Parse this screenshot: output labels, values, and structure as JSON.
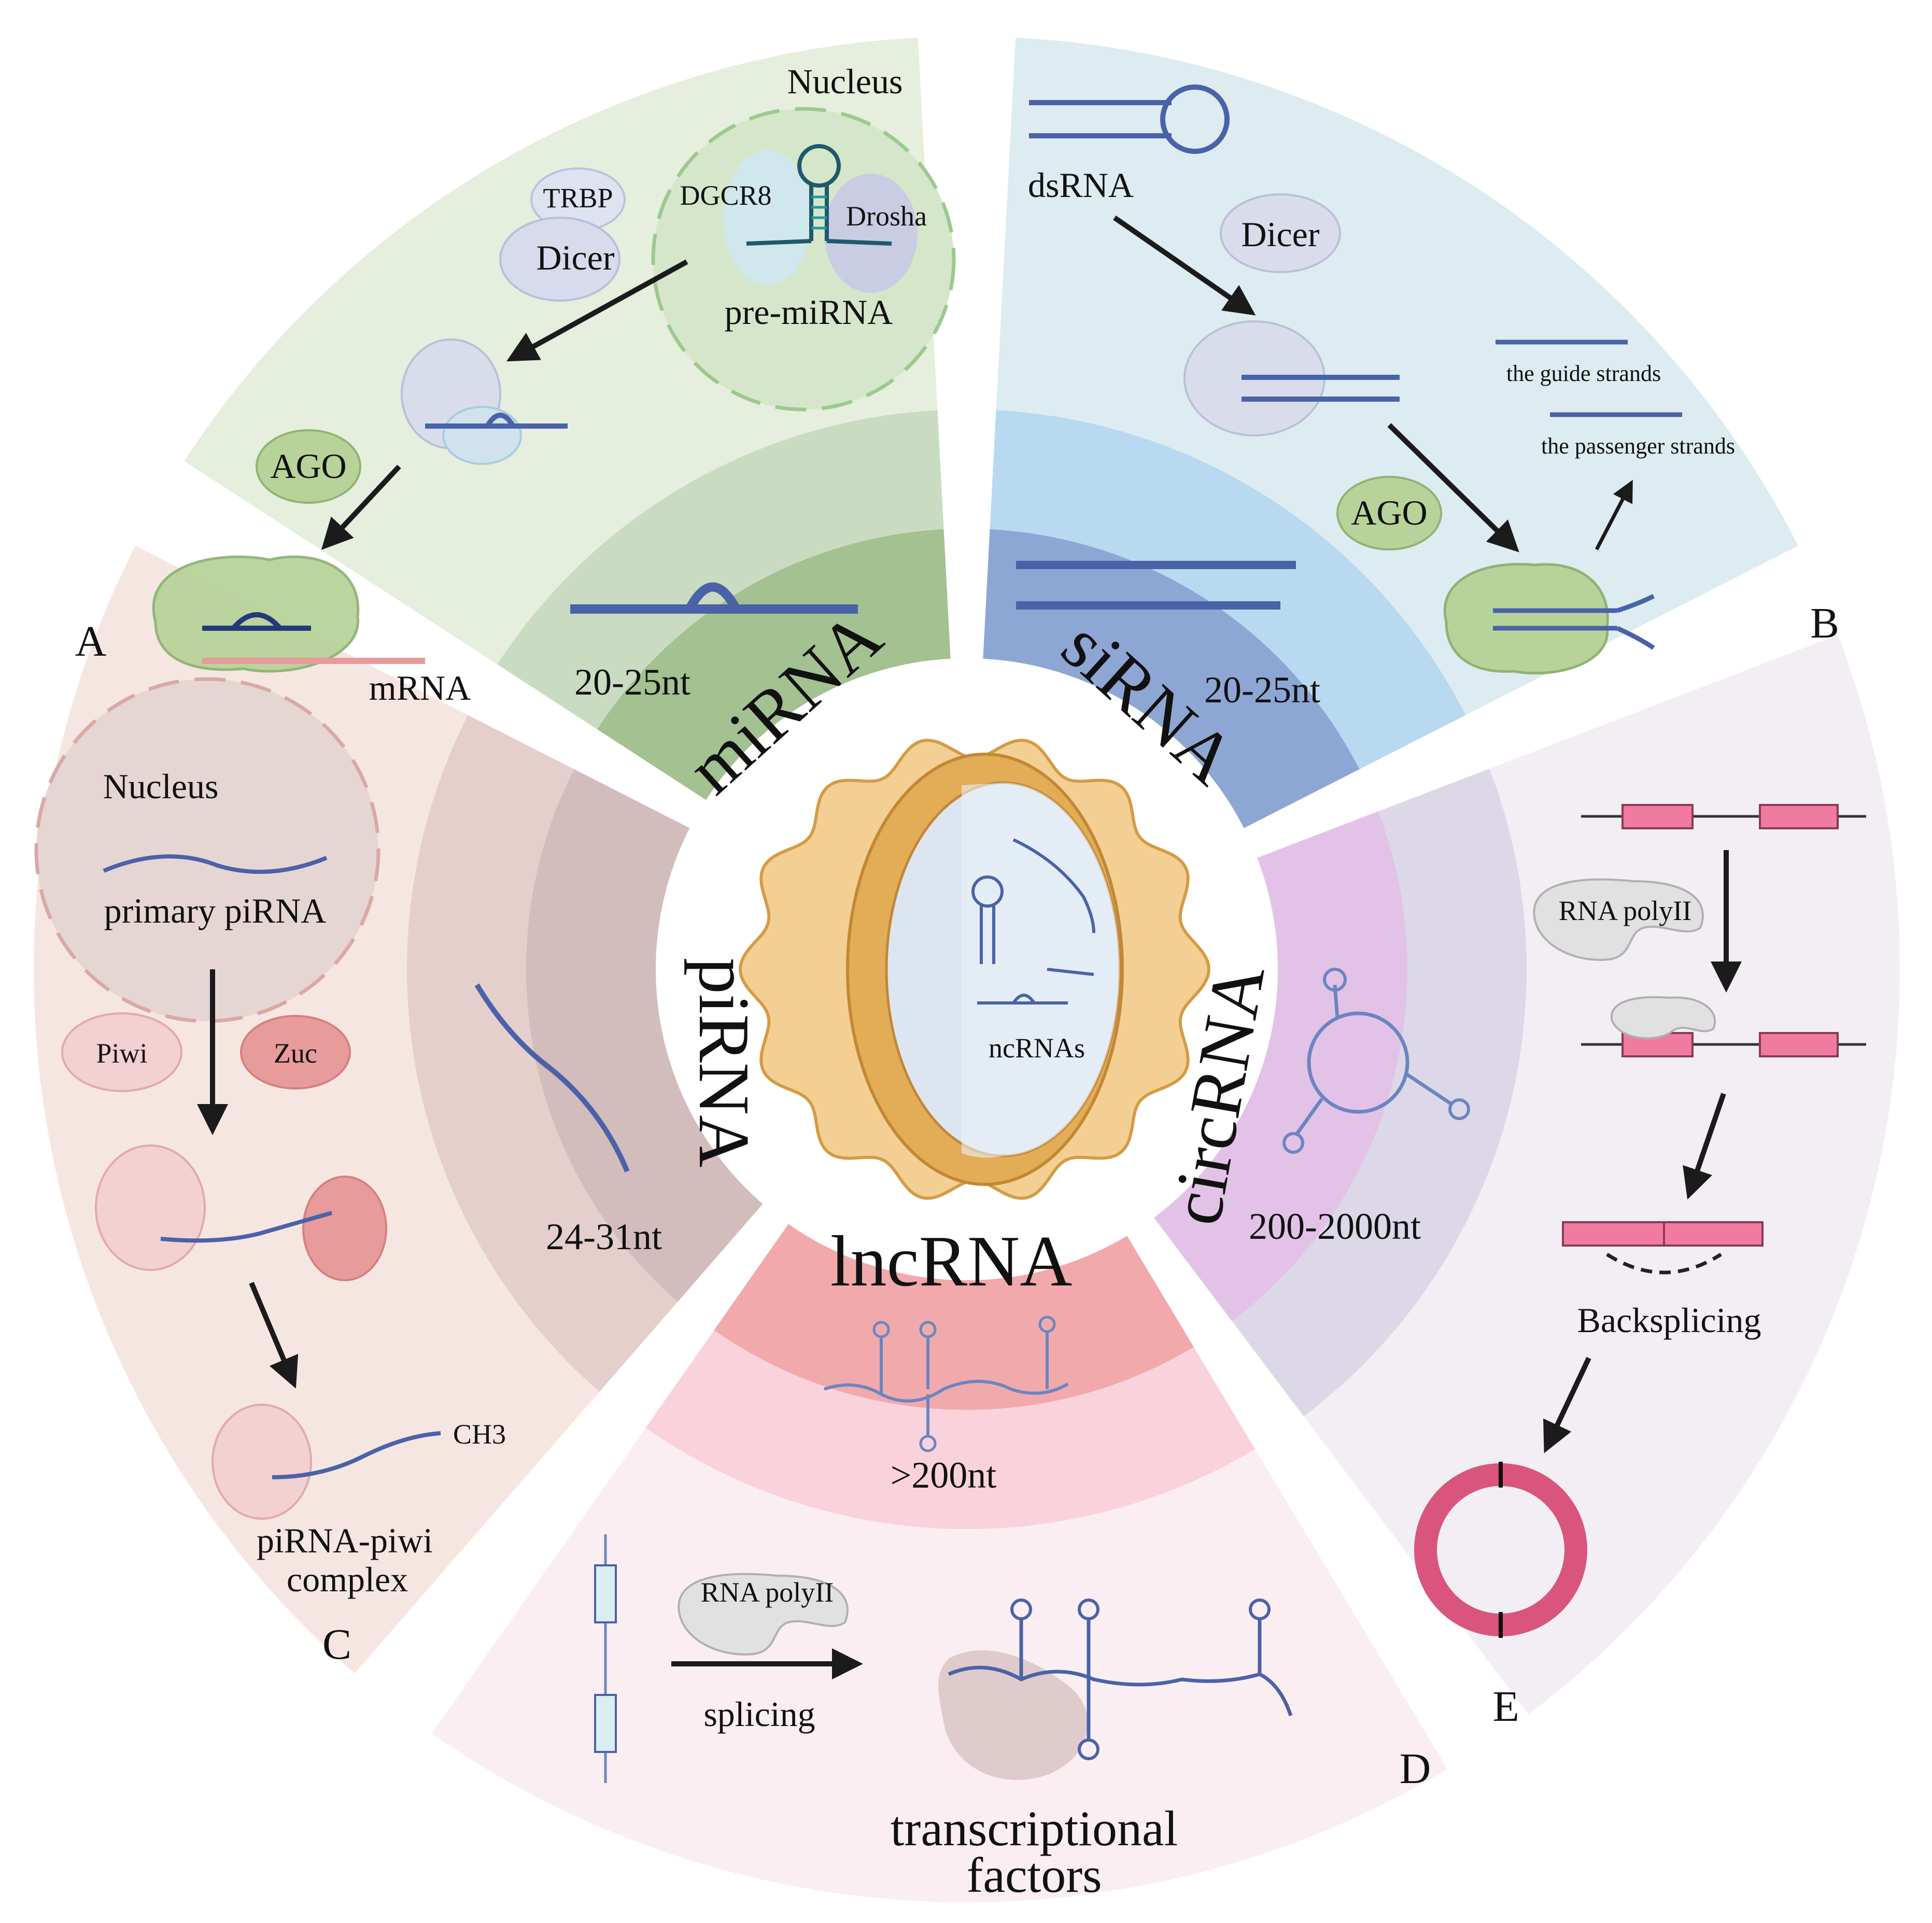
{
  "center": {
    "label": "ncRNAs"
  },
  "sectors": {
    "mirna": {
      "name": "miRNA",
      "length": "20-25nt",
      "panel": "A",
      "labels": {
        "nucleus": "Nucleus",
        "dgcr8": "DGCR8",
        "drosha": "Drosha",
        "pre_mirna": "pre-miRNA",
        "trbp": "TRBP",
        "dicer": "Dicer",
        "ago": "AGO",
        "mrna": "mRNA"
      },
      "colors": {
        "outer": "#e6eedd",
        "mid": "#c9dcc2",
        "band": "#a3c191"
      }
    },
    "sirna": {
      "name": "siRNA",
      "length": "20-25nt",
      "panel": "B",
      "labels": {
        "dsrna": "dsRNA",
        "dicer": "Dicer",
        "guide": "the guide strands",
        "passenger": "the passenger strands",
        "ago": "AGO"
      },
      "colors": {
        "outer": "#dcecf0",
        "mid": "#b8d9f0",
        "band": "#8ea6d4"
      }
    },
    "circrna": {
      "name": "circRNA",
      "length": "200-2000nt",
      "panel": "E",
      "labels": {
        "rna_pol": "RNA polyII",
        "backsplicing": "Backsplicing"
      },
      "colors": {
        "outer": "#f2eef4",
        "mid": "#dcd8e8",
        "band": "#e3c2e8"
      }
    },
    "lncrna": {
      "name": "lncRNA",
      "length": ">200nt",
      "panel": "D",
      "labels": {
        "rna_pol": "RNA polyII",
        "splicing": "splicing",
        "tf_line1": "transcriptional",
        "tf_line2": "factors"
      },
      "colors": {
        "outer": "#fbeef2",
        "mid": "#f9d2dc",
        "band": "#f2a9ab"
      }
    },
    "pirna": {
      "name": "piRNA",
      "length": "24-31nt",
      "panel": "C",
      "labels": {
        "nucleus": "Nucleus",
        "primary": "primary piRNA",
        "piwi": "Piwi",
        "zuc": "Zuc",
        "ch3": "CH3",
        "complex_line1": "piRNA-piwi",
        "complex_line2": "complex"
      },
      "colors": {
        "outer": "#f6e6e2",
        "mid": "#e4cfcd",
        "band": "#d2bcbc"
      }
    }
  }
}
